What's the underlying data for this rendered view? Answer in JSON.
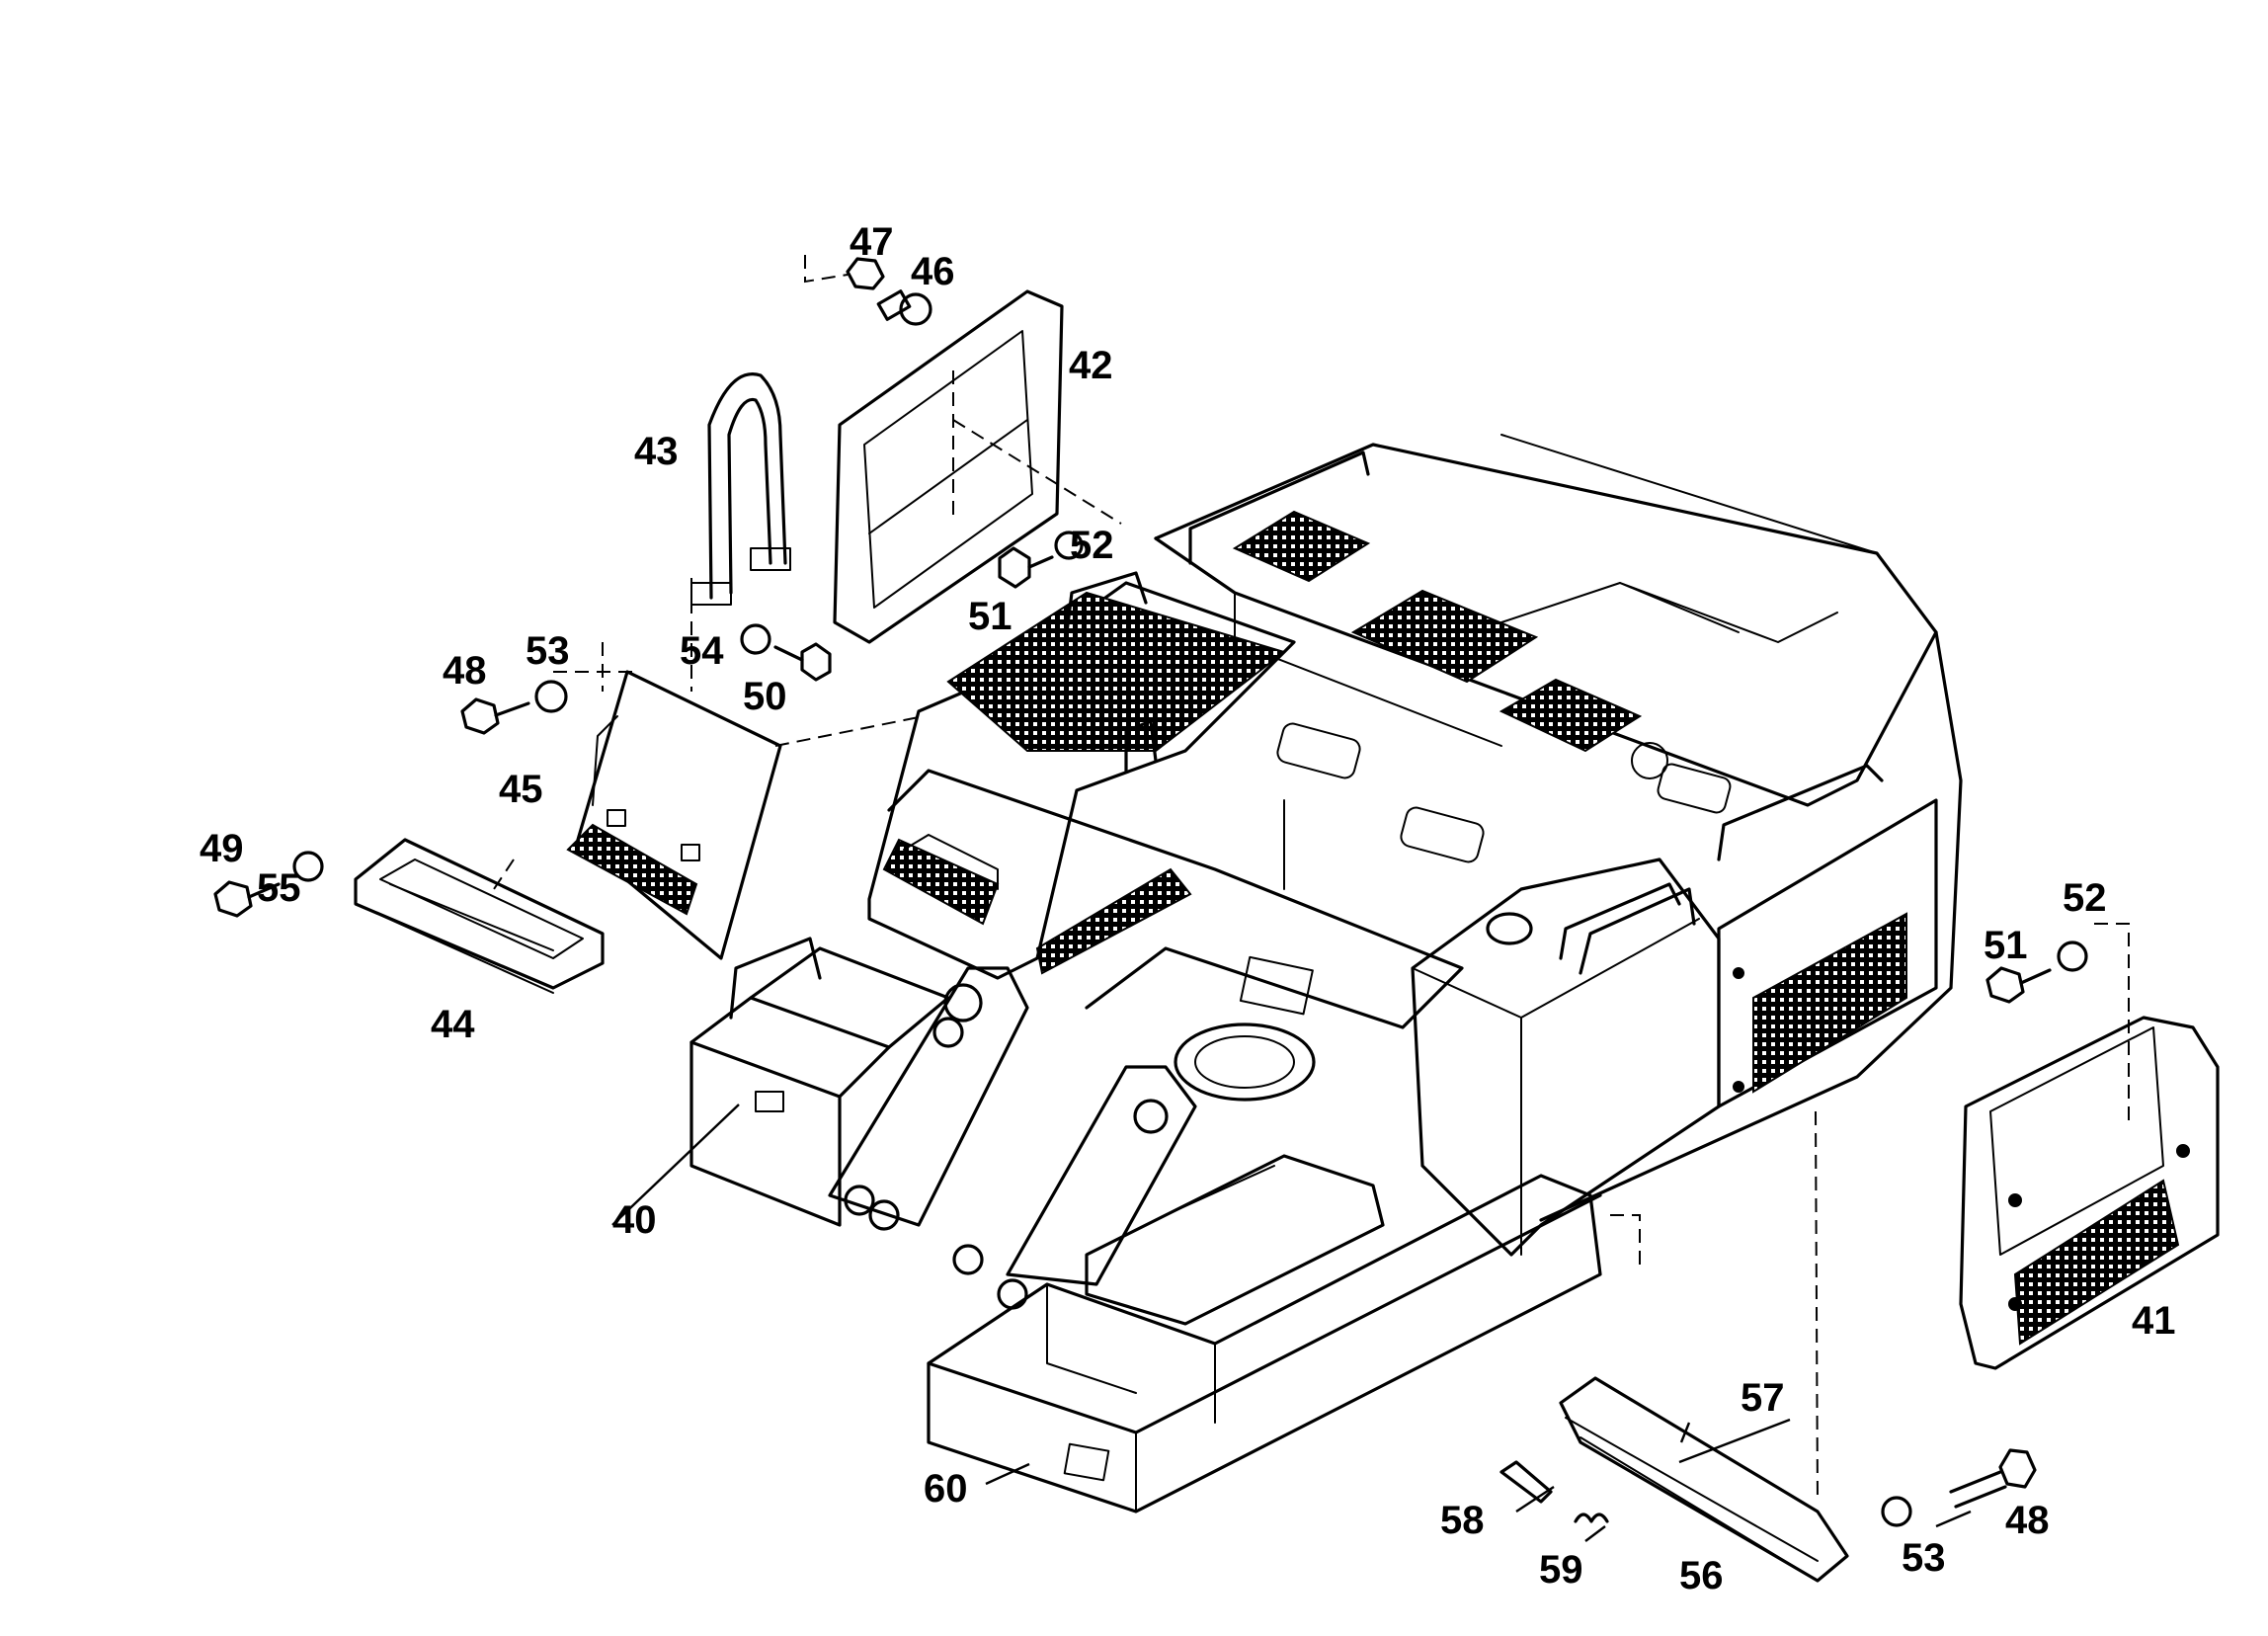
{
  "callouts": [
    {
      "id": "c40",
      "text": "40"
    },
    {
      "id": "c41",
      "text": "41"
    },
    {
      "id": "c42",
      "text": "42"
    },
    {
      "id": "c43",
      "text": "43"
    },
    {
      "id": "c44",
      "text": "44"
    },
    {
      "id": "c45",
      "text": "45"
    },
    {
      "id": "c46",
      "text": "46"
    },
    {
      "id": "c47",
      "text": "47"
    },
    {
      "id": "c48a",
      "text": "48"
    },
    {
      "id": "c48b",
      "text": "48"
    },
    {
      "id": "c49",
      "text": "49"
    },
    {
      "id": "c50",
      "text": "50"
    },
    {
      "id": "c51a",
      "text": "51"
    },
    {
      "id": "c51b",
      "text": "51"
    },
    {
      "id": "c52a",
      "text": "52"
    },
    {
      "id": "c52b",
      "text": "52"
    },
    {
      "id": "c53a",
      "text": "53"
    },
    {
      "id": "c53b",
      "text": "53"
    },
    {
      "id": "c54",
      "text": "54"
    },
    {
      "id": "c55",
      "text": "55"
    },
    {
      "id": "c56",
      "text": "56"
    },
    {
      "id": "c57",
      "text": "57"
    },
    {
      "id": "c58",
      "text": "58"
    },
    {
      "id": "c59",
      "text": "59"
    },
    {
      "id": "c60",
      "text": "60"
    }
  ]
}
